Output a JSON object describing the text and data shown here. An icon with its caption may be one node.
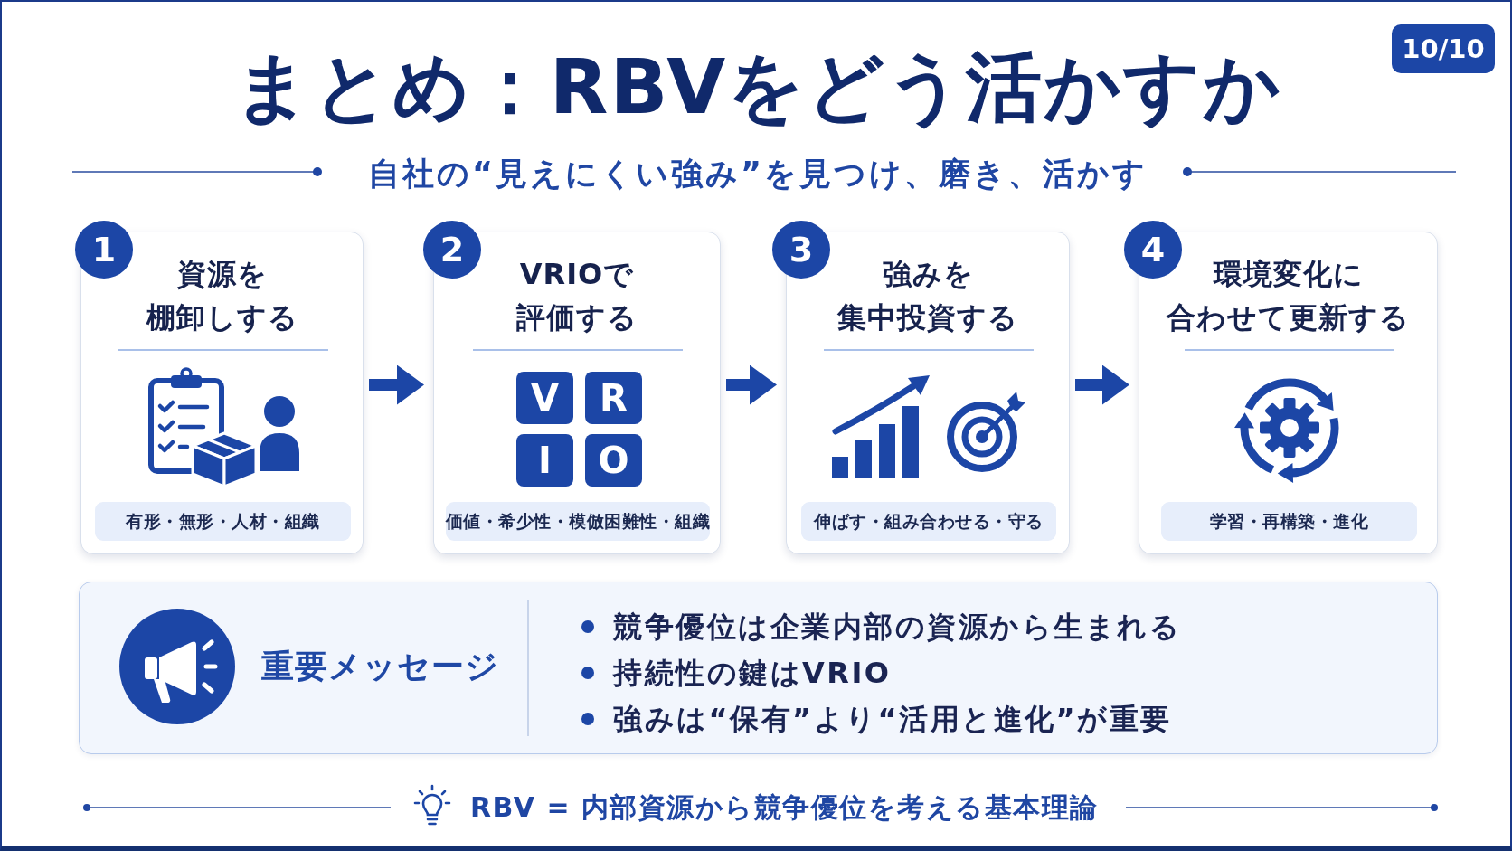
{
  "diagram": {
    "title": "まとめ：RBVをどう活かすか",
    "nodes": [
      {
        "text": [
          "1"
        ]
      },
      {
        "text": [
          "資源を棚卸しする"
        ]
      },
      {
        "text": [
          "有形・無形・人材・組織"
        ],
        "in": 1
      },
      {
        "text": [
          "2"
        ]
      },
      {
        "text": [
          "VRIOで評価する"
        ]
      },
      {
        "text": [
          "V"
        ],
        "in": 4
      },
      {
        "text": [
          "R"
        ],
        "in": 4
      },
      {
        "text": [
          "I"
        ],
        "in": 4
      },
      {
        "text": [
          "O"
        ],
        "in": 4
      },
      {
        "text": [
          "価値・希少性・模倣困難性・組織"
        ],
        "in": 4
      },
      {
        "text": [
          "3"
        ]
      },
      {
        "text": [
          "強みを集中投資する"
        ]
      },
      {
        "text": [
          "伸ばす・組み合わせる・守る"
        ],
        "in": 11
      },
      {
        "text": [
          "4"
        ]
      },
      {
        "text": [
          "環境変化に合わせて更新する"
        ]
      },
      {
        "text": [
          "学習・再構築・進化"
        ],
        "in": 14
      },
      {
        "text": [
          "重要メッセージ",
          "競争優位は企業内部の資源から生まれる",
          "持続性の鍵はVRIO",
          "強みは“保有”より“**活用**と**進化**”が重要"
        ]
      }
    ],
    "edges": [
      {
        "from": 1,
        "to": 4,
        "arrow": "to"
      },
      {
        "from": 4,
        "to": 11,
        "arrow": "to"
      },
      {
        "from": 11,
        "to": 14,
        "arrow": "to"
      }
    ],
    "labels": [
      "10/10",
      "自社の“見えにくい強み”を見つけ、磨き、活かす",
      "RBV = 内部資源から競争優位を考える基本理論"
    ]
  }
}
